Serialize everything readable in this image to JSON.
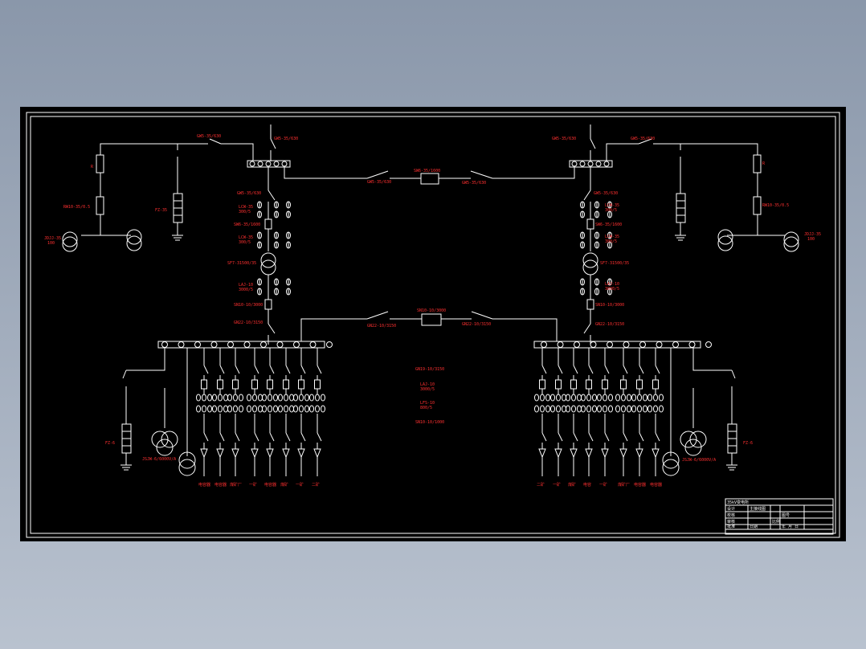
{
  "colors": {
    "background": "#000000",
    "line": "#ffffff",
    "label": "#ff3030",
    "frame_bg": "#8a97aa"
  },
  "top_bus": {
    "tie_switch_label": "SW6-35/1600",
    "tie_left_label": "GW5-35/630",
    "tie_right_label": "GW5-35/630"
  },
  "left_incoming": {
    "switch_label": "GW5-35/630",
    "line_switch_label": "GW5-35/630",
    "fuse_label": "RW10-35/0.5",
    "r_label": "R",
    "arrester_label": "FZ-35",
    "pt_label": "JDJJ-35",
    "pt_label2": "100",
    "disconnector_label": "GW5-35/630",
    "ct_label1": "LCW-35",
    "ct_label1b": "300/5",
    "breaker_label": "SW6-35/1600",
    "ct_label2": "LCW-35",
    "ct_label2b": "300/5",
    "transformer_label": "SF7-31500/35",
    "ct_label3": "LAJ-10",
    "ct_label3b": "3000/5",
    "lv_breaker_label": "SN10-10/3000",
    "lv_switch_label": "GN22-10/3150"
  },
  "right_incoming": {
    "switch_label": "GW5-35/630",
    "line_switch_label": "GW5-35/630",
    "fuse_label": "RW10-35/0.5",
    "r_label": "R",
    "pt_label": "JDJJ-35",
    "pt_label2": "100",
    "disconnector_label": "GW5-35/630",
    "ct_label1": "LCW-35",
    "ct_label1b": "300/5",
    "breaker_label": "SW6-35/1600",
    "ct_label2": "LCW-35",
    "ct_label2b": "300/5",
    "transformer_label": "SF7-31500/35",
    "ct_label3": "LAJ-10",
    "ct_label3b": "3000/5",
    "lv_breaker_label": "SN10-10/3000",
    "lv_switch_label": "GN22-10/3150"
  },
  "lv_tie": {
    "tie_label": "SN10-10/3000",
    "left_label": "GN22-10/3150",
    "right_label": "GN22-10/3150"
  },
  "legend": {
    "line1": "GN19-10/3150",
    "line2": "LAJ-10",
    "line3": "3000/5",
    "line4": "LFS-10",
    "line5": "800/5",
    "line6": "SN10-10/1000"
  },
  "left_lv": {
    "arrester_label": "FZ-6",
    "pt_label": "JSJW-6/6000V/A",
    "feeders": [
      "电容器",
      "电容器",
      "煤矿厂",
      "一矿",
      "电容器",
      "煤矿",
      "一矿",
      "二矿"
    ]
  },
  "right_lv": {
    "arrester_label": "FZ-6",
    "pt_label": "JSJW-6/6000V/A",
    "feeders": [
      "二矿",
      "一矿",
      "煤矿",
      "电容",
      "一矿",
      "煤矿厂",
      "电容器",
      "电容器"
    ]
  },
  "title_block": {
    "rows": [
      [
        "设计",
        "35kV变电所",
        "",
        "",
        ""
      ],
      [
        "校核",
        "主接线图",
        "",
        "",
        "图号"
      ],
      [
        "审核",
        "",
        "比例",
        "",
        ""
      ],
      [
        "批准",
        "日期",
        "年 月 日",
        "",
        ""
      ]
    ]
  }
}
